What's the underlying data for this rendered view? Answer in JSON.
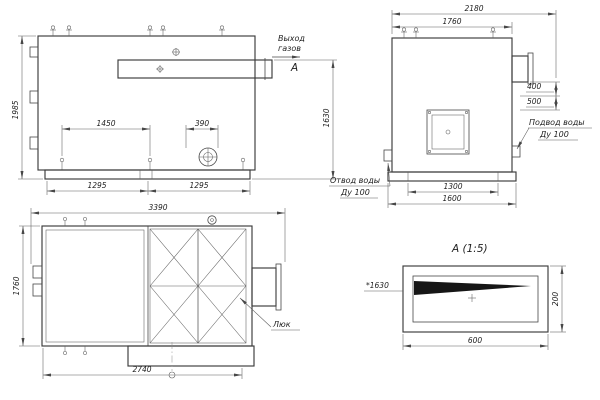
{
  "meta": {
    "background": "#ffffff",
    "line_color": "#3b3b3b"
  },
  "side_view": {
    "labels": {
      "gas_out_line1": "Выход",
      "gas_out_line2": "газов",
      "section_mark": "А"
    },
    "dims": {
      "overall_height": "1985",
      "outlet_height": "1630",
      "bottom_pitch": "1450",
      "burner_offset": "390",
      "base_left": "1295",
      "base_right": "1295"
    }
  },
  "front_view": {
    "labels": {
      "water_in_line1": "Подвод воды",
      "water_in_line2": "Ду 100",
      "water_out_line1": "Отвод воды",
      "water_out_line2": "Ду 100"
    },
    "dims": {
      "overall_width": "2180",
      "body_width": "1760",
      "duct_drop": "400",
      "pipe_drop": "500",
      "base_inner": "1300",
      "base_outer": "1600"
    }
  },
  "plan_view": {
    "labels": {
      "hatch": "Люк"
    },
    "dims": {
      "overall_length": "3390",
      "body_width": "1760",
      "lower_duct_length": "2740"
    }
  },
  "detail_view": {
    "title": "А (1:5)",
    "dims": {
      "ref_height": "*1630",
      "height": "200",
      "width": "600"
    }
  }
}
